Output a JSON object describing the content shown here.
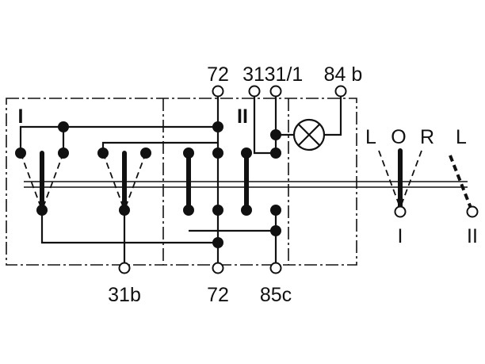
{
  "diagram": {
    "terminals_top": {
      "t72": "72",
      "t31": "31",
      "t31_1": "31/1",
      "t84b": "84 b"
    },
    "terminals_bottom": {
      "t31b": "31b",
      "t72": "72",
      "t85c": "85c"
    },
    "section_marks": {
      "one": "I",
      "two": "II"
    },
    "switch_positions": {
      "l1": "L",
      "o": "O",
      "r": "R",
      "l2": "L"
    },
    "switch_pins": {
      "one": "I",
      "two": "II"
    }
  }
}
